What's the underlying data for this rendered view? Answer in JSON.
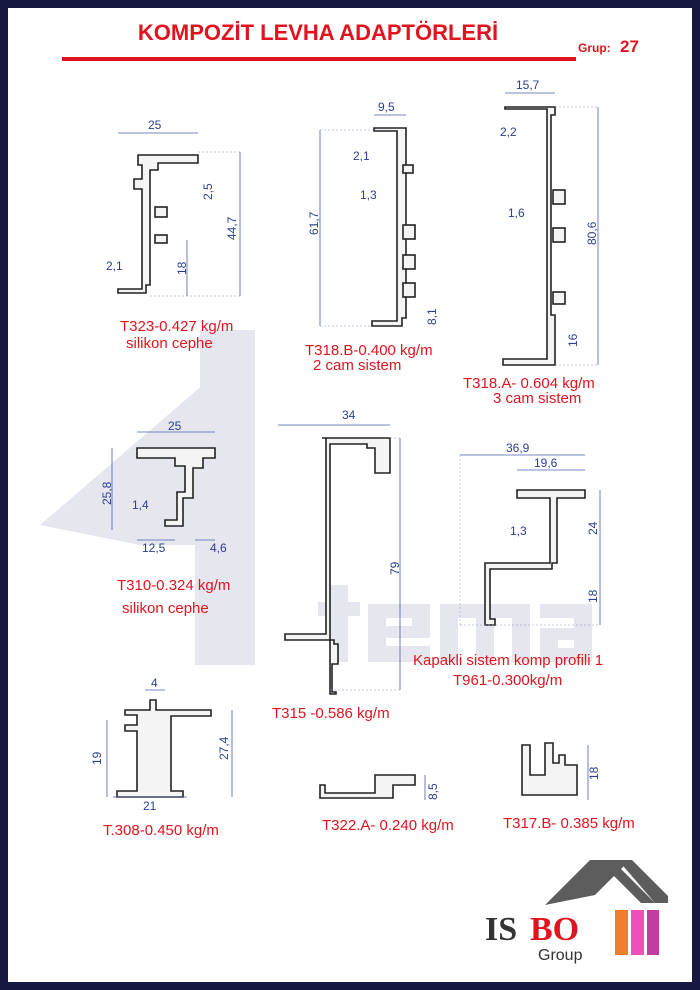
{
  "header": {
    "title": "KOMPOZİT LEVHA ADAPTÖRLERİ",
    "group_label": "Grup:",
    "group_number": "27"
  },
  "watermark": {
    "text": "tema"
  },
  "profiles": [
    {
      "code": "T323",
      "label": "T323-0.427  kg/m",
      "sublabel": "silikon cephe",
      "dims": [
        "25",
        "2,5",
        "44,7",
        "2,1",
        "18"
      ]
    },
    {
      "code": "T318.B",
      "label": "T318.B-0.400 kg/m",
      "sublabel": "2 cam sistem",
      "dims": [
        "9,5",
        "61,7",
        "2,1",
        "1,3",
        "8,1"
      ]
    },
    {
      "code": "T318.A",
      "label": "T318.A- 0.604 kg/m",
      "sublabel": "3 cam sistem",
      "dims": [
        "15,7",
        "2,2",
        "1,6",
        "80,6",
        "16"
      ]
    },
    {
      "code": "T310",
      "label": "T310-0.324 kg/m",
      "sublabel": "silikon cephe",
      "dims": [
        "25",
        "25,8",
        "1,4",
        "12,5",
        "4,6"
      ]
    },
    {
      "code": "T315",
      "label": "T315 -0.586 kg/m",
      "dims": [
        "34",
        "79"
      ]
    },
    {
      "code": "T961",
      "label": "Kapakli  sistem komp profili 1",
      "sublabel": "T961-0.300kg/m",
      "dims": [
        "36,9",
        "19,6",
        "1,3",
        "24",
        "18"
      ]
    },
    {
      "code": "T.308",
      "label": "T.308-0.450 kg/m",
      "dims": [
        "4",
        "19",
        "27,4",
        "21"
      ]
    },
    {
      "code": "T322.A",
      "label": "T322.A- 0.240 kg/m",
      "dims": [
        "8,5"
      ]
    },
    {
      "code": "T317.B",
      "label": "T317.B- 0.385 kg/m",
      "dims": [
        "18"
      ]
    }
  ],
  "logo": {
    "name_part1": "IS",
    "name_part2": "BO",
    "subtitle": "Group"
  },
  "colors": {
    "border": "#16183f",
    "title": "#e0141e",
    "dimension": "#2b3f8f",
    "watermark": "#e6e7ee"
  }
}
